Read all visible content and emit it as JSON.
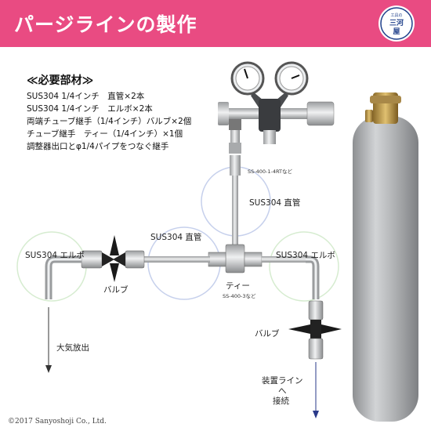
{
  "header": {
    "title": "パージラインの製作",
    "bg_color": "#e94b82"
  },
  "logo": {
    "text": "三 河 屋",
    "small": "工具の"
  },
  "parts": {
    "title": "≪必要部材≫",
    "items": [
      "SUS304 1/4インチ　直管×2本",
      "SUS304 1/4インチ　エルボ×2本",
      "両端チューブ継手（1/4インチ）バルブ×2個",
      "チューブ継手　ティー（1/4インチ）×1個",
      "調整器出口とφ1/4パイプをつなぐ継手"
    ]
  },
  "labels": {
    "regulator_part": "SS-400-1-4RTなど",
    "pipe_upper": "SUS304 直管",
    "pipe_mid": "SUS304 直管",
    "elbow_left": "SUS304 エルボ",
    "elbow_right": "SUS304 エルボ",
    "valve_left": "バルブ",
    "valve_right": "バルブ",
    "tee": "ティー",
    "tee_part": "SS-400-3など",
    "exhaust": "大気放出",
    "device_line_1": "装置ライン",
    "device_line_2": "へ",
    "device_line_3": "接続"
  },
  "footer": {
    "copyright": "©2017 Sanyoshoji Co., Ltd."
  }
}
